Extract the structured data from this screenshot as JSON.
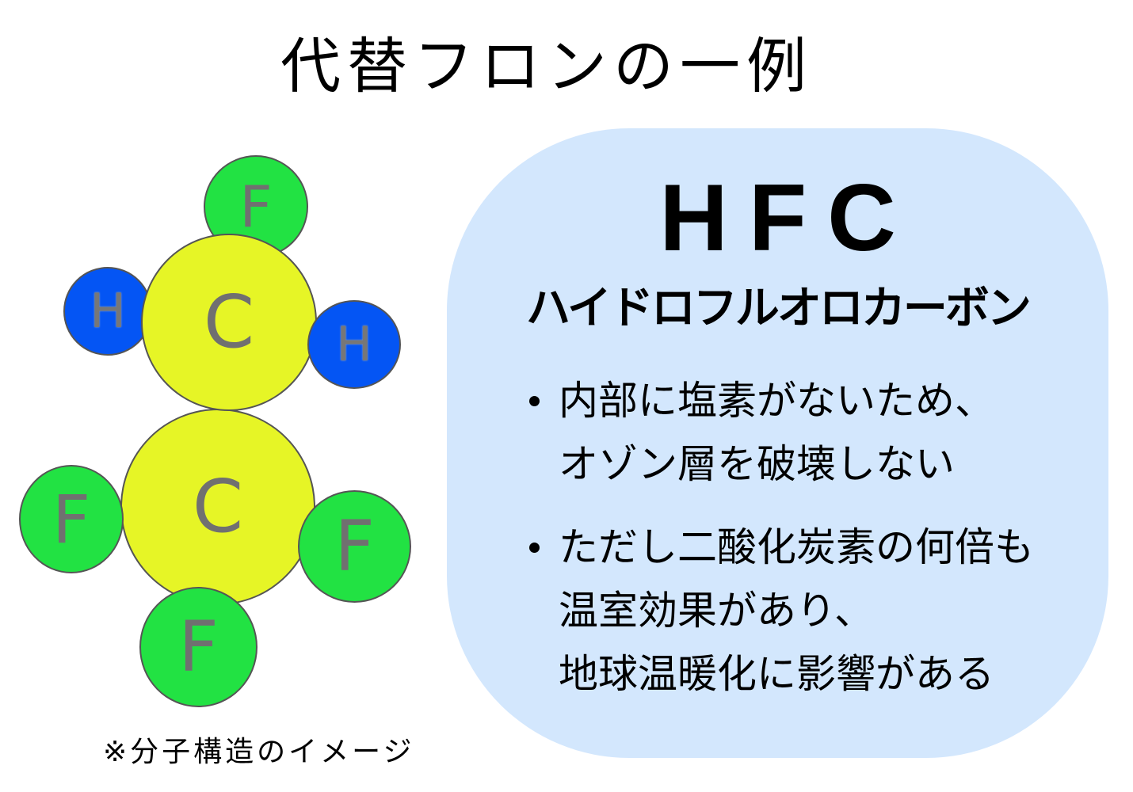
{
  "title": "代替フロンの一例",
  "molecule": {
    "caption": "※分子構造のイメージ",
    "colors": {
      "fluorine": "#22e243",
      "hydrogen": "#0455f4",
      "carbon": "#e6f526",
      "outline": "#555555",
      "label": "#707070"
    },
    "atoms": [
      {
        "id": "f-top",
        "element": "F",
        "label": "F"
      },
      {
        "id": "c-upper",
        "element": "C",
        "label": "C"
      },
      {
        "id": "h-left",
        "element": "H",
        "label": "H"
      },
      {
        "id": "h-right",
        "element": "H",
        "label": "H"
      },
      {
        "id": "c-lower",
        "element": "C",
        "label": "C"
      },
      {
        "id": "f-left",
        "element": "F",
        "label": "F"
      },
      {
        "id": "f-right",
        "element": "F",
        "label": "F"
      },
      {
        "id": "f-bottom",
        "element": "F",
        "label": "F"
      }
    ]
  },
  "card": {
    "background": "#d3e7fd",
    "heading": "HFC",
    "subheading": "ハイドロフルオロカーボン",
    "bullets": [
      {
        "lines": [
          "内部に塩素がないため、",
          "オゾン層を破壊しない"
        ]
      },
      {
        "lines": [
          "ただし二酸化炭素の何倍も",
          "温室効果があり、",
          "地球温暖化に影響がある"
        ]
      }
    ]
  }
}
